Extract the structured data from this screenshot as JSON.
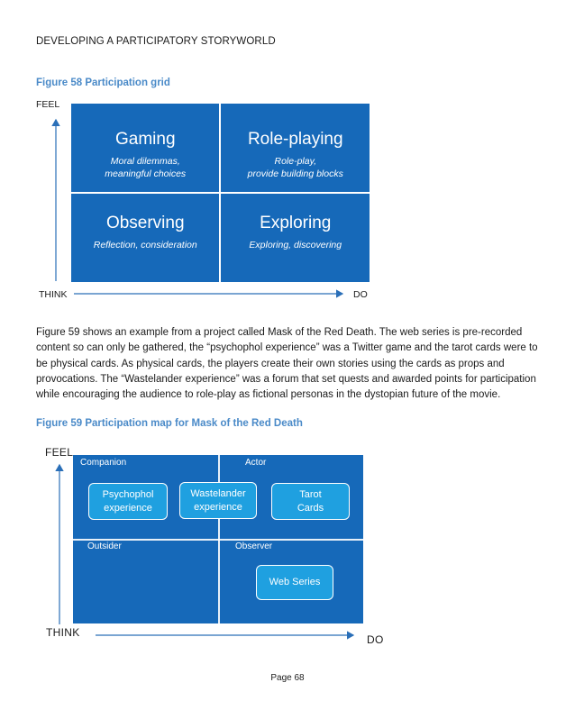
{
  "header": "DEVELOPING A PARTICIPATORY STORYWORLD",
  "figure58": {
    "caption": "Figure 58 Participation grid",
    "axis_y": "FEEL",
    "axis_x_left": "THINK",
    "axis_x_right": "DO",
    "cells": [
      {
        "title": "Gaming",
        "sub1": "Moral dilemmas,",
        "sub2": "meaningful choices"
      },
      {
        "title": "Role-playing",
        "sub1": "Role-play,",
        "sub2": "provide building blocks"
      },
      {
        "title": "Observing",
        "sub1": "Reflection, consideration",
        "sub2": ""
      },
      {
        "title": "Exploring",
        "sub1": "Exploring, discovering",
        "sub2": ""
      }
    ]
  },
  "paragraph": "Figure 59 shows an example from a project called Mask of the Red Death. The web series is pre-recorded content so can only be gathered, the “psychophol experience” was a Twitter game and the tarot cards were to be physical cards. As physical cards, the players create their own stories using the cards as props and provocations. The “Wastelander experience” was a forum that set quests and awarded points for participation while encouraging the audience to role-play as fictional personas in the dystopian future of the movie.",
  "figure59": {
    "caption": "Figure 59 Participation map for Mask of the Red Death",
    "axis_y": "FEEL",
    "axis_x_left": "THINK",
    "axis_x_right": "DO",
    "quadrants": [
      "Companion",
      "Actor",
      "Outsider",
      "Observer"
    ],
    "chips": {
      "psychophol": [
        "Psychophol",
        "experience"
      ],
      "wastelander": [
        "Wastelander",
        "experience"
      ],
      "tarot": [
        "Tarot",
        "Cards"
      ],
      "web_series": "Web Series"
    }
  },
  "footer": "Page 68",
  "colors": {
    "grid_blue": "#1669b9",
    "chip_blue": "#1fa0e0",
    "caption_blue": "#4a8ac8"
  }
}
